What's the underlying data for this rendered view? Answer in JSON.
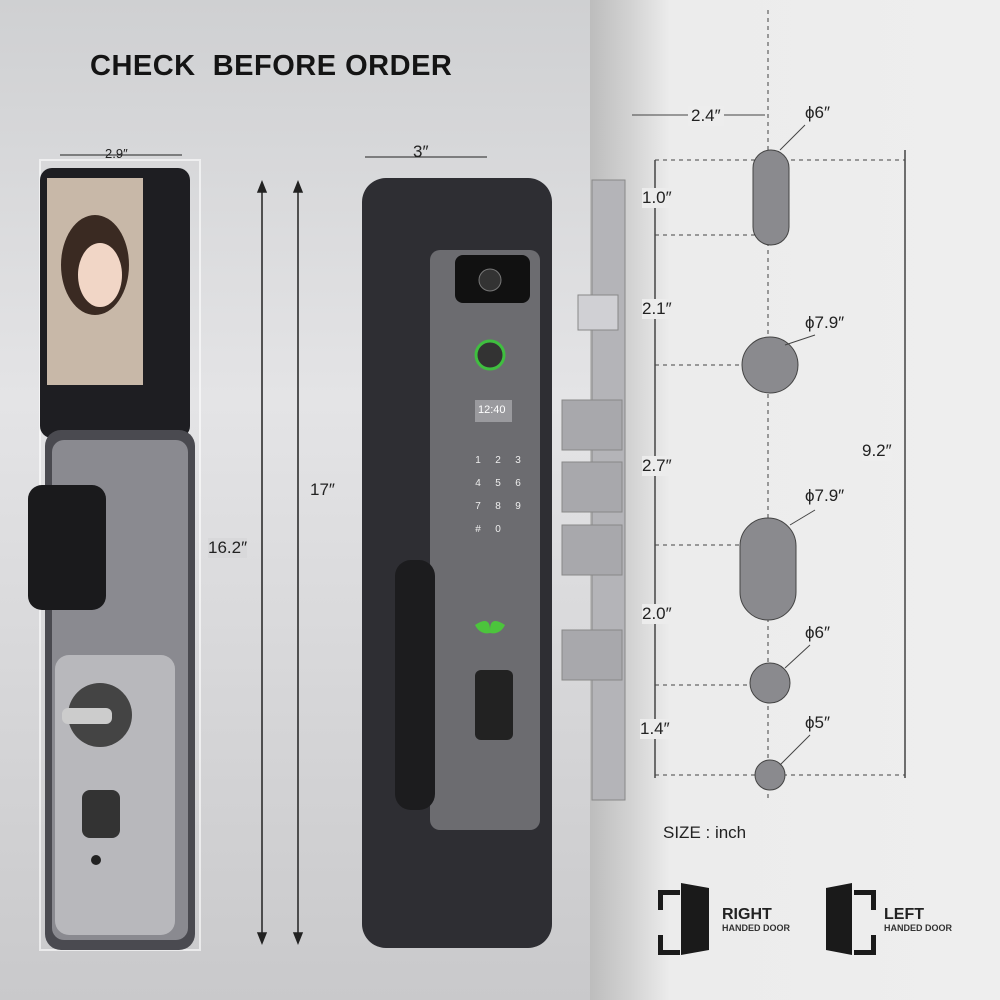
{
  "title": "CHECK  BEFORE ORDER",
  "left_lock": {
    "width": "2.9″",
    "body_height": "16.2″",
    "total_height": "17″"
  },
  "middle_lock": {
    "width": "3″",
    "display_time": "12:40",
    "keypad": [
      "1",
      "2",
      "3",
      "4",
      "5",
      "6",
      "7",
      "8",
      "9",
      "#",
      "0"
    ]
  },
  "mortise": {
    "offset": "2.4″",
    "spacings": [
      "1.0″",
      "2.1″",
      "2.7″",
      "2.0″",
      "1.4″"
    ],
    "total": "9.2″",
    "holes": [
      "ϕ6″",
      "ϕ7.9″",
      "ϕ7.9″",
      "ϕ6″",
      "ϕ5″"
    ],
    "unit_note": "SIZE : inch"
  },
  "doors": [
    {
      "main": "RIGHT",
      "sub": "HANDED DOOR"
    },
    {
      "main": "LEFT",
      "sub": "HANDED DOOR"
    }
  ],
  "colors": {
    "fingerprint_ring": "#3fbf3f",
    "logo": "#4cc43c",
    "lock_body": "#3a3a3e"
  }
}
